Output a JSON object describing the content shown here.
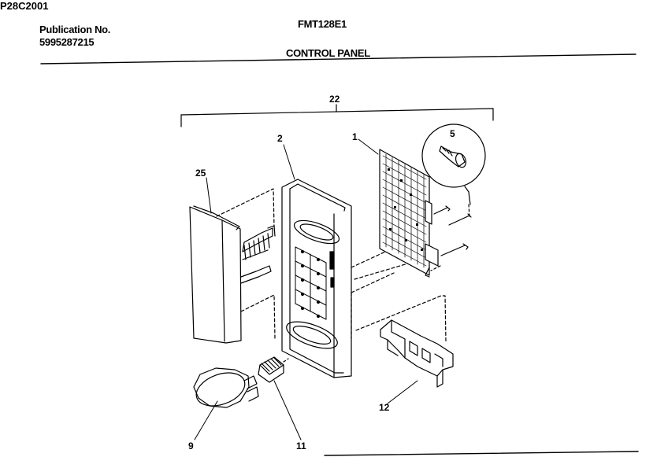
{
  "header": {
    "publication_label": "Publication No.",
    "publication_number": "5995287215",
    "model": "FMT128E1",
    "section_title": "CONTROL PANEL"
  },
  "footer": {
    "figure_code": "P28C2001"
  },
  "callouts": [
    {
      "id": "22",
      "text": "22"
    },
    {
      "id": "5",
      "text": "5"
    },
    {
      "id": "2",
      "text": "2"
    },
    {
      "id": "1",
      "text": "1"
    },
    {
      "id": "25",
      "text": "25"
    },
    {
      "id": "12",
      "text": "12"
    },
    {
      "id": "9",
      "text": "9"
    },
    {
      "id": "11",
      "text": "11"
    }
  ]
}
